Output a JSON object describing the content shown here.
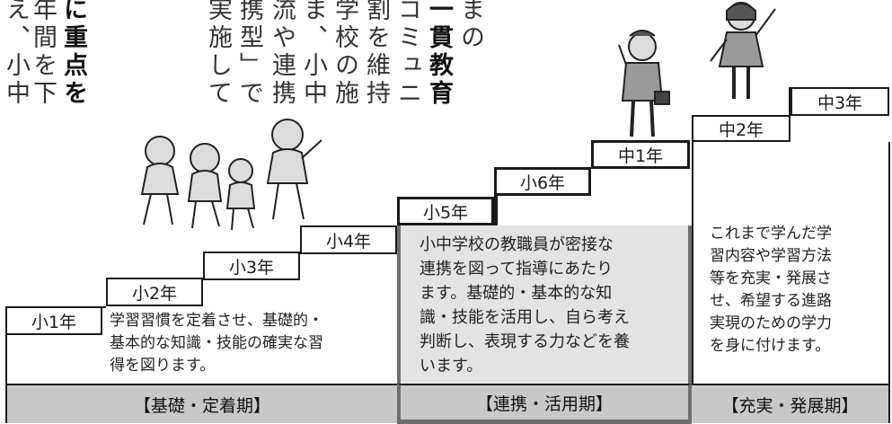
{
  "vertical_text": {
    "col1": "え、小中",
    "col2": "年間を下",
    "col3": "に重点を",
    "col4": "実施して",
    "col5": "携型」で",
    "col6": "流や連携",
    "col7": "ま、小中",
    "col8": "学校の施",
    "col9": "割を維持",
    "col10": "コミュニ",
    "col11": "一貫教育",
    "col12": "まの"
  },
  "grades": {
    "sho1": "小1年",
    "sho2": "小2年",
    "sho3": "小3年",
    "sho4": "小4年",
    "sho5": "小5年",
    "sho6": "小6年",
    "chu1": "中1年",
    "chu2": "中2年",
    "chu3": "中3年"
  },
  "panels": {
    "foundation": {
      "lines": [
        "学習習慣を定着させ、基礎的・",
        "基本的な知識・技能の確実な習",
        "得を図ります。"
      ],
      "label": "【基礎・定着期】"
    },
    "cooperation": {
      "lines": [
        "小中学校の教職員が密接な",
        "連携を図って指導にあたり",
        "ます。基礎的・基本的な知",
        "識・技能を活用し、自ら考え",
        "判断し、表現する力などを養",
        "います。"
      ],
      "label": "【連携・活用期】"
    },
    "enrichment": {
      "lines": [
        "これまで学んだ学",
        "習内容や学習方法",
        "等を充実・発展さ",
        "せ、希望する進路",
        "実現のための学力",
        "を身に付けます。"
      ],
      "label": "【充実・発展期】"
    }
  },
  "colors": {
    "band": "#c8c8c8",
    "middle_panel": "#e3e3e3",
    "middle_border": "#6e6e6e"
  },
  "icons": [
    "children-group-illustration",
    "boy-student-illustration",
    "girl-student-illustration"
  ]
}
